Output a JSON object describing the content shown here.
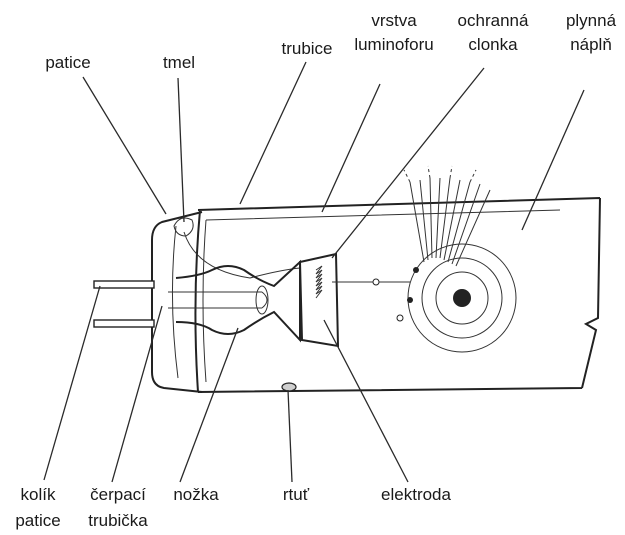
{
  "labels": {
    "patice": "patice",
    "tmel": "tmel",
    "trubice": "trubice",
    "vrstva_line1": "vrstva",
    "vrstva_line2": "luminoforu",
    "ochranna_line1": "ochranná",
    "ochranna_line2": "clonka",
    "plynna_line1": "plynná",
    "plynna_line2": "náplň",
    "kolik_line1": "kolík",
    "kolik_line2": "patice",
    "cerpaci_line1": "čerpací",
    "cerpaci_line2": "trubička",
    "nozka": "nožka",
    "rtut": "rtuť",
    "elektroda": "elektroda"
  },
  "colors": {
    "ink": "#1a1a1a",
    "background": "#ffffff"
  }
}
